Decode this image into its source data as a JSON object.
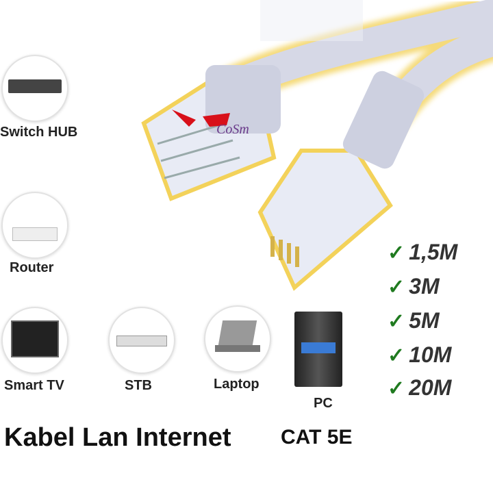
{
  "devices": [
    {
      "label": "Switch HUB",
      "icon": "switch-icon"
    },
    {
      "label": "Router",
      "icon": "router-icon"
    },
    {
      "label": "Smart TV",
      "icon": "tv-icon"
    },
    {
      "label": "STB",
      "icon": "stb-icon"
    },
    {
      "label": "Laptop",
      "icon": "laptop-icon"
    },
    {
      "label": "PC",
      "icon": "pc-icon"
    }
  ],
  "lengths": [
    "1,5M",
    "3M",
    "5M",
    "10M",
    "20M"
  ],
  "title": "Kabel Lan Internet",
  "category": "CAT 5E",
  "logo_text": "CoSm",
  "colors": {
    "cable": "#d6d8e6",
    "glow": "#f3d25a",
    "check": "#1f7a1f",
    "logo_red": "#d8101a"
  }
}
